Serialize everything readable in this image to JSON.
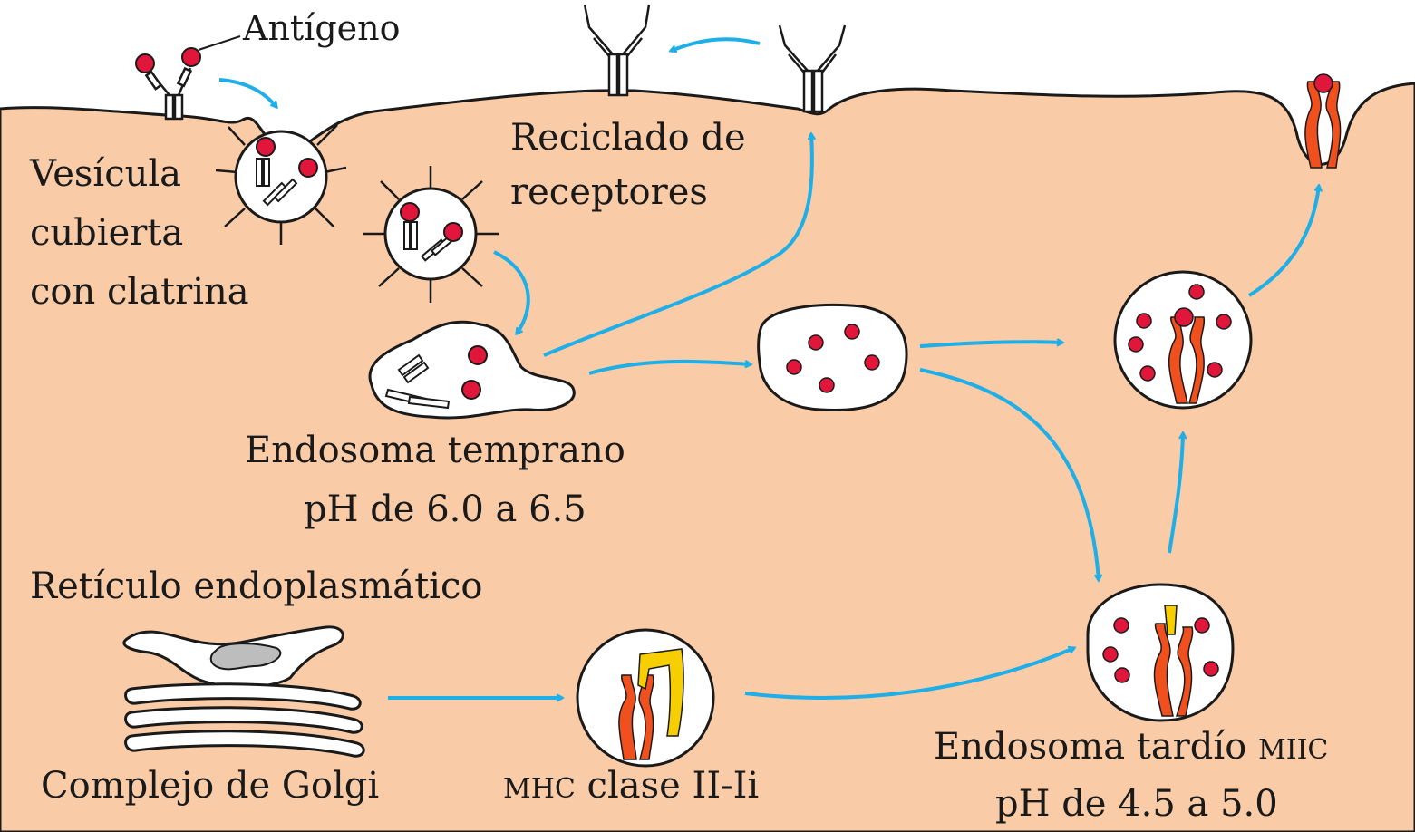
{
  "labels": {
    "antigen": "Antígeno",
    "coated_vesicle": [
      "Vesícula",
      "cubierta",
      "con clatrina"
    ],
    "receptor_recycling": [
      "Reciclado de",
      "receptores"
    ],
    "early_endosome": [
      "Endosoma temprano",
      "pH de 6.0 a 6.5"
    ],
    "er": "Retículo endoplasmático",
    "golgi": "Complejo de Golgi",
    "mhc_ii_ii": {
      "mhc": "MHC",
      "rest": " clase II-Ii"
    },
    "late_endosome": {
      "name": "Endosoma tardío ",
      "suffix": "MIIC",
      "ph": "pH de 4.5 a 5.0"
    }
  },
  "colors": {
    "cytoplasm": "#f9cba6",
    "arrow": "#1eaee8",
    "antigen_dot": "#e0163a",
    "mhc_chain": "#f0501e",
    "invariant_chain": "#f7cf00",
    "membrane_stroke": "#1a1a1a",
    "er_lumen": "#bdbdbd"
  }
}
